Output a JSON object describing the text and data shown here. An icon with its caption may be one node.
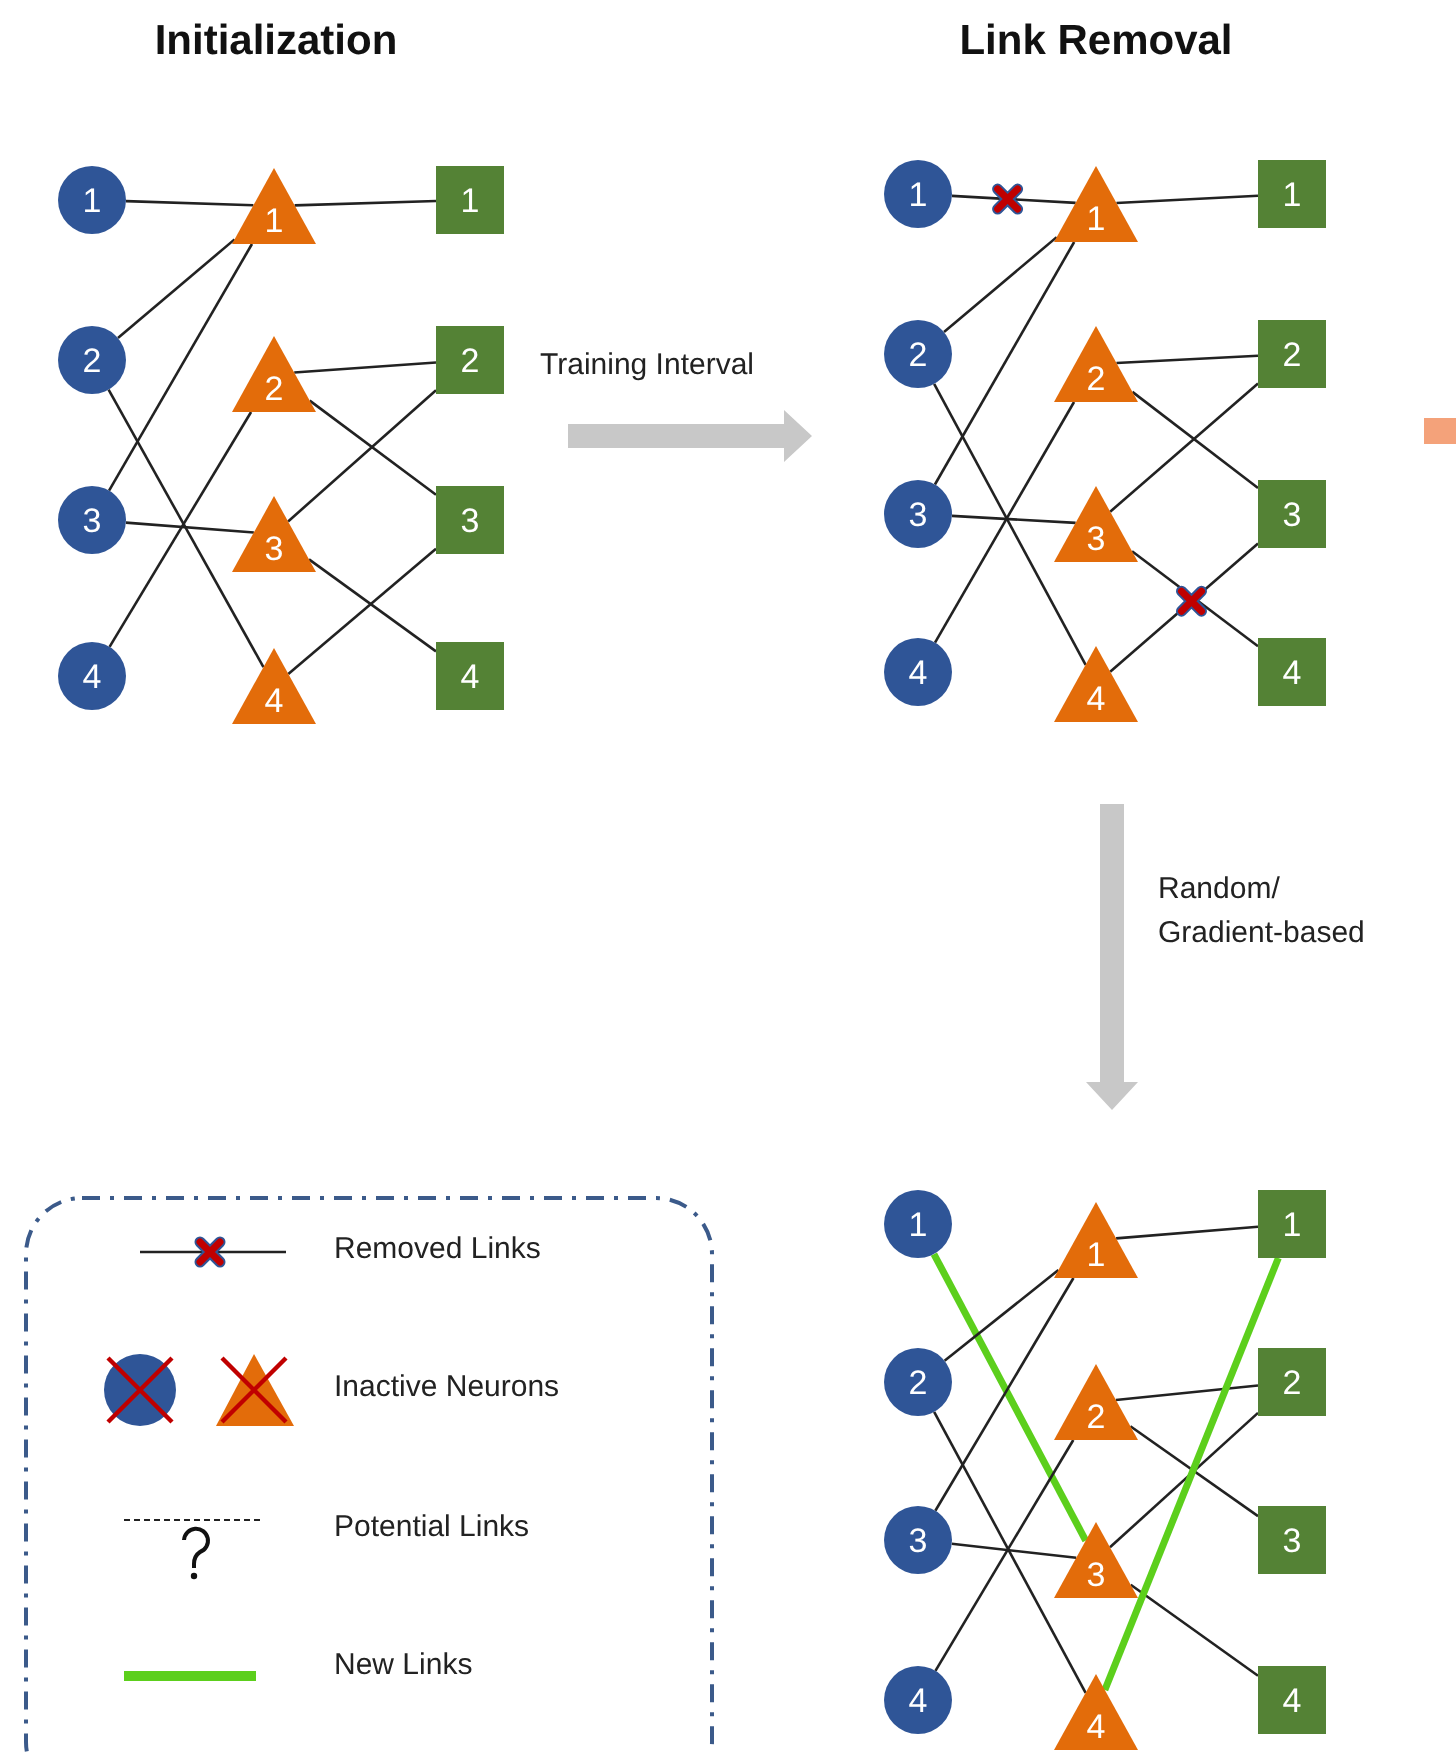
{
  "diagram": {
    "nodes": [
      {
        "text": [
          "1"
        ]
      },
      {
        "text": [
          "2"
        ]
      },
      {
        "text": [
          "3"
        ]
      },
      {
        "text": [
          "4"
        ]
      },
      {
        "text": [
          "1"
        ]
      },
      {
        "text": [
          "2"
        ]
      },
      {
        "text": [
          "3"
        ]
      },
      {
        "text": [
          "4"
        ]
      },
      {
        "text": [
          "1"
        ]
      },
      {
        "text": [
          "2"
        ]
      },
      {
        "text": [
          "3"
        ]
      },
      {
        "text": [
          "4"
        ]
      },
      {
        "text": [
          "1"
        ]
      },
      {
        "text": [
          "2"
        ]
      },
      {
        "text": [
          "3"
        ]
      },
      {
        "text": [
          "4"
        ]
      },
      {
        "text": [
          "1"
        ]
      },
      {
        "text": [
          "2"
        ]
      },
      {
        "text": [
          "3"
        ]
      },
      {
        "text": [
          "4"
        ]
      },
      {
        "text": [
          "1"
        ]
      },
      {
        "text": [
          "2"
        ]
      },
      {
        "text": [
          "3"
        ]
      },
      {
        "text": [
          "4"
        ]
      },
      {
        "text": [
          "1"
        ]
      },
      {
        "text": [
          "2"
        ]
      },
      {
        "text": [
          "3"
        ]
      },
      {
        "text": [
          "4"
        ]
      },
      {
        "text": [
          "1"
        ]
      },
      {
        "text": [
          "2"
        ]
      },
      {
        "text": [
          "3"
        ]
      },
      {
        "text": [
          "4"
        ]
      },
      {
        "text": [
          "1"
        ]
      },
      {
        "text": [
          "2"
        ]
      },
      {
        "text": [
          "3"
        ]
      },
      {
        "text": [
          "4"
        ]
      }
    ],
    "edges": [
      {
        "from": 0,
        "to": 4,
        "arrow": "none"
      },
      {
        "from": 1,
        "to": 4,
        "arrow": "none"
      },
      {
        "from": 1,
        "to": 7,
        "arrow": "none"
      },
      {
        "from": 2,
        "to": 4,
        "arrow": "none"
      },
      {
        "from": 2,
        "to": 6,
        "arrow": "none"
      },
      {
        "from": 3,
        "to": 5,
        "arrow": "none"
      },
      {
        "from": 4,
        "to": 8,
        "arrow": "none"
      },
      {
        "from": 5,
        "to": 9,
        "arrow": "none"
      },
      {
        "from": 5,
        "to": 10,
        "arrow": "none"
      },
      {
        "from": 6,
        "to": 9,
        "arrow": "none"
      },
      {
        "from": 6,
        "to": 11,
        "arrow": "none"
      },
      {
        "from": 7,
        "to": 10,
        "arrow": "none"
      },
      {
        "from": 12,
        "to": 16,
        "arrow": "none"
      },
      {
        "from": 13,
        "to": 16,
        "arrow": "none"
      },
      {
        "from": 13,
        "to": 19,
        "arrow": "none"
      },
      {
        "from": 14,
        "to": 16,
        "arrow": "none"
      },
      {
        "from": 14,
        "to": 18,
        "arrow": "none"
      },
      {
        "from": 15,
        "to": 17,
        "arrow": "none"
      },
      {
        "from": 16,
        "to": 20,
        "arrow": "none"
      },
      {
        "from": 17,
        "to": 21,
        "arrow": "none"
      },
      {
        "from": 17,
        "to": 22,
        "arrow": "none"
      },
      {
        "from": 18,
        "to": 21,
        "arrow": "none"
      },
      {
        "from": 18,
        "to": 23,
        "arrow": "none"
      },
      {
        "from": 19,
        "to": 22,
        "arrow": "none"
      },
      {
        "from": 24,
        "to": 30,
        "arrow": "none",
        "style": "thick",
        "color": "#5ccf1c"
      },
      {
        "from": 25,
        "to": 28,
        "arrow": "none"
      },
      {
        "from": 25,
        "to": 31,
        "arrow": "none"
      },
      {
        "from": 26,
        "to": 28,
        "arrow": "none"
      },
      {
        "from": 26,
        "to": 30,
        "arrow": "none"
      },
      {
        "from": 27,
        "to": 29,
        "arrow": "none"
      },
      {
        "from": 28,
        "to": 32,
        "arrow": "none"
      },
      {
        "from": 29,
        "to": 33,
        "arrow": "none"
      },
      {
        "from": 29,
        "to": 34,
        "arrow": "none"
      },
      {
        "from": 30,
        "to": 33,
        "arrow": "none"
      },
      {
        "from": 30,
        "to": 35,
        "arrow": "none"
      },
      {
        "from": 31,
        "to": 32,
        "arrow": "none",
        "style": "thick",
        "color": "#5ccf1c"
      }
    ],
    "labels": [
      "Initialization",
      "Link Removal",
      "Training Interval",
      "Random/ Gradient-based"
    ],
    "legend": [
      {
        "text": "Removed Links"
      },
      {
        "text": "Inactive Neurons"
      },
      {
        "text": "Potential Links"
      },
      {
        "text": "New Links"
      }
    ]
  }
}
